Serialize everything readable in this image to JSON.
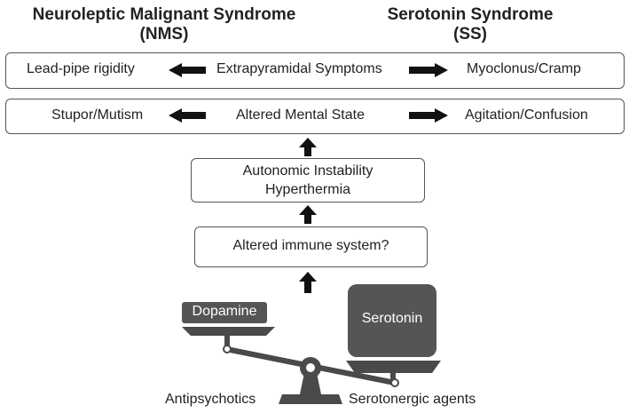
{
  "headings": {
    "nms_title": "Neuroleptic Malignant Syndrome",
    "nms_abbr": "(NMS)",
    "ss_title": "Serotonin Syndrome",
    "ss_abbr": "(SS)"
  },
  "rows": {
    "extrapyramidal": {
      "left": "Lead-pipe rigidity",
      "center": "Extrapyramidal Symptoms",
      "right": "Myoclonus/Cramp"
    },
    "mental": {
      "left": "Stupor/Mutism",
      "center": "Altered Mental State",
      "right": "Agitation/Confusion"
    }
  },
  "autonomic": {
    "line1": "Autonomic Instability",
    "line2": "Hyperthermia"
  },
  "immune": "Altered immune system?",
  "scale": {
    "left_weight": "Dopamine",
    "right_weight": "Serotonin",
    "left_label": "Antipsychotics",
    "right_label": "Serotonergic agents"
  },
  "colors": {
    "arrow": "#111111",
    "weight_fill": "#555555",
    "scale_fill": "#4a4a4a",
    "box_border": "#555555"
  }
}
